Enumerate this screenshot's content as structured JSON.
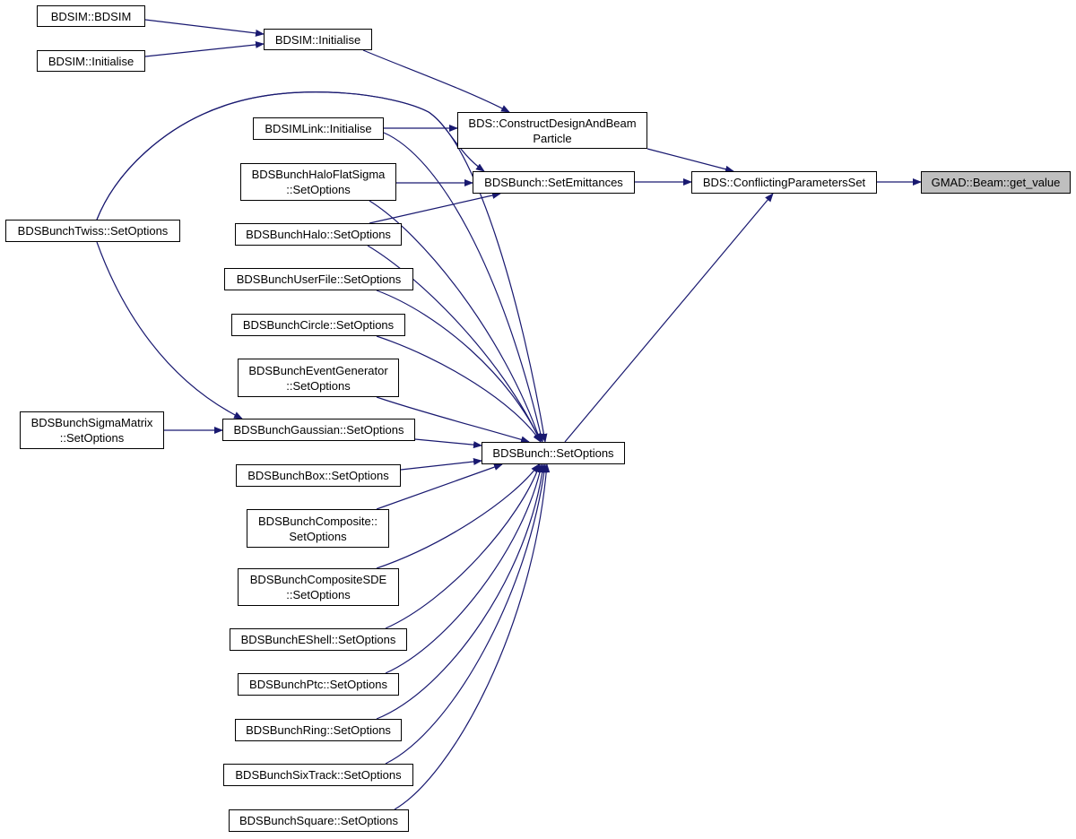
{
  "colors": {
    "edge": "#191970",
    "node_border": "#000000",
    "highlight_fill": "#bfbfbf"
  },
  "nodes": {
    "bdsim_bdsim": {
      "lines": [
        "BDSIM::BDSIM"
      ]
    },
    "bdsim_init": {
      "lines": [
        "BDSIM::Initialise"
      ]
    },
    "bdsim_init2": {
      "lines": [
        "BDSIM::Initialise"
      ]
    },
    "construct": {
      "lines": [
        "BDS::ConstructDesignAndBeam",
        "Particle"
      ]
    },
    "bdsimlink": {
      "lines": [
        "BDSIMLink::Initialise"
      ]
    },
    "halo_flat": {
      "lines": [
        "BDSBunchHaloFlatSigma",
        "::SetOptions"
      ]
    },
    "emittances": {
      "lines": [
        "BDSBunch::SetEmittances"
      ]
    },
    "conflicting": {
      "lines": [
        "BDS::ConflictingParametersSet"
      ]
    },
    "get_value": {
      "lines": [
        "GMAD::Beam::get_value"
      ]
    },
    "twiss": {
      "lines": [
        "BDSBunchTwiss::SetOptions"
      ]
    },
    "halo": {
      "lines": [
        "BDSBunchHalo::SetOptions"
      ]
    },
    "userfile": {
      "lines": [
        "BDSBunchUserFile::SetOptions"
      ]
    },
    "circle": {
      "lines": [
        "BDSBunchCircle::SetOptions"
      ]
    },
    "eventgen": {
      "lines": [
        "BDSBunchEventGenerator",
        "::SetOptions"
      ]
    },
    "sigmamatrix": {
      "lines": [
        "BDSBunchSigmaMatrix",
        "::SetOptions"
      ]
    },
    "gaussian": {
      "lines": [
        "BDSBunchGaussian::SetOptions"
      ]
    },
    "setoptions": {
      "lines": [
        "BDSBunch::SetOptions"
      ]
    },
    "box": {
      "lines": [
        "BDSBunchBox::SetOptions"
      ]
    },
    "composite": {
      "lines": [
        "BDSBunchComposite::",
        "SetOptions"
      ]
    },
    "compositesde": {
      "lines": [
        "BDSBunchCompositeSDE",
        "::SetOptions"
      ]
    },
    "eshell": {
      "lines": [
        "BDSBunchEShell::SetOptions"
      ]
    },
    "ptc": {
      "lines": [
        "BDSBunchPtc::SetOptions"
      ]
    },
    "ring": {
      "lines": [
        "BDSBunchRing::SetOptions"
      ]
    },
    "sixtrack": {
      "lines": [
        "BDSBunchSixTrack::SetOptions"
      ]
    },
    "square": {
      "lines": [
        "BDSBunchSquare::SetOptions"
      ]
    }
  },
  "edges": [
    [
      "bdsim_bdsim",
      "bdsim_init"
    ],
    [
      "bdsim_init2",
      "bdsim_init"
    ],
    [
      "bdsim_init",
      "construct"
    ],
    [
      "bdsimlink",
      "construct"
    ],
    [
      "construct",
      "conflicting"
    ],
    [
      "emittances",
      "conflicting"
    ],
    [
      "setoptions",
      "conflicting"
    ],
    [
      "conflicting",
      "get_value"
    ],
    [
      "halo_flat",
      "emittances"
    ],
    [
      "halo",
      "emittances"
    ],
    [
      "twiss",
      "emittances"
    ],
    [
      "gaussian",
      "setoptions"
    ],
    [
      "sigmamatrix",
      "gaussian"
    ],
    [
      "twiss",
      "gaussian"
    ],
    [
      "bdsimlink",
      "setoptions"
    ],
    [
      "halo_flat",
      "setoptions"
    ],
    [
      "halo",
      "setoptions"
    ],
    [
      "userfile",
      "setoptions"
    ],
    [
      "circle",
      "setoptions"
    ],
    [
      "eventgen",
      "setoptions"
    ],
    [
      "box",
      "setoptions"
    ],
    [
      "composite",
      "setoptions"
    ],
    [
      "compositesde",
      "setoptions"
    ],
    [
      "eshell",
      "setoptions"
    ],
    [
      "ptc",
      "setoptions"
    ],
    [
      "ring",
      "setoptions"
    ],
    [
      "sixtrack",
      "setoptions"
    ],
    [
      "square",
      "setoptions"
    ],
    [
      "twiss",
      "setoptions"
    ]
  ]
}
